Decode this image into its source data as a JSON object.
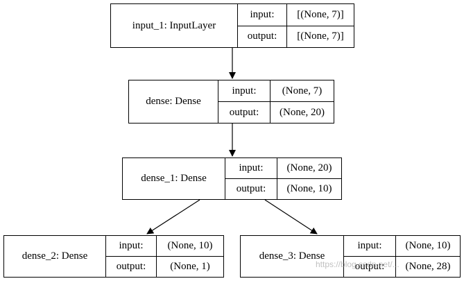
{
  "nodes": {
    "input_1": {
      "name": "input_1: InputLayer",
      "input_label": "input:",
      "input_value": "[(None, 7)]",
      "output_label": "output:",
      "output_value": "[(None, 7)]"
    },
    "dense": {
      "name": "dense: Dense",
      "input_label": "input:",
      "input_value": "(None, 7)",
      "output_label": "output:",
      "output_value": "(None, 20)"
    },
    "dense_1": {
      "name": "dense_1: Dense",
      "input_label": "input:",
      "input_value": "(None, 20)",
      "output_label": "output:",
      "output_value": "(None, 10)"
    },
    "dense_2": {
      "name": "dense_2: Dense",
      "input_label": "input:",
      "input_value": "(None, 10)",
      "output_label": "output:",
      "output_value": "(None, 1)"
    },
    "dense_3": {
      "name": "dense_3: Dense",
      "input_label": "input:",
      "input_value": "(None, 10)",
      "output_label": "output:",
      "output_value": "(None, 28)"
    }
  },
  "edges": [
    {
      "from": "input_1",
      "to": "dense"
    },
    {
      "from": "dense",
      "to": "dense_1"
    },
    {
      "from": "dense_1",
      "to": "dense_2"
    },
    {
      "from": "dense_1",
      "to": "dense_3"
    }
  ],
  "watermark": "https://blog.csdn.net/..."
}
